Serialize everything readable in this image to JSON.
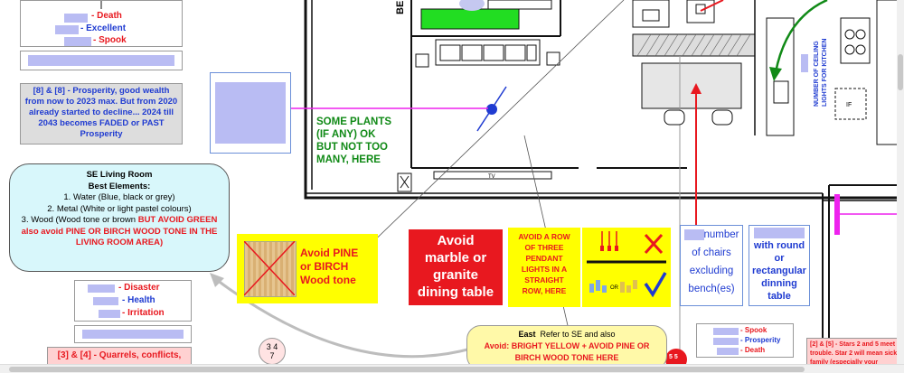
{
  "top_stars": {
    "death": "- Death",
    "excellent": "- Excellent",
    "spook": "- Spook"
  },
  "prosperity_box": "[8] & [8] - Prosperity, good wealth from now to 2023 max. But from 2020 already started to decline... 2024 till 2043 becomes FADED or PAST Prosperity",
  "plants_note": [
    "SOME PLANTS",
    "(IF ANY) OK",
    "BUT NOT TOO",
    "MANY, HERE"
  ],
  "living_room": {
    "title": "SE Living Room",
    "subtitle": "Best Elements:",
    "line1": "1. Water (Blue, black or grey)",
    "line2": "2.  Metal (White or light pastel colours)",
    "line3_black": "3. Wood (Wood tone or brown ",
    "line3_red": "BUT AVOID GREEN also avoid PINE OR BIRCH WOOD TONE IN THE LIVING ROOM AREA)"
  },
  "mid_stars": {
    "disaster": "- Disaster",
    "health": "- Health",
    "irritation": "- Irritation"
  },
  "quarrels": "[3] & [4] - Quarrels, conflicts,",
  "pine_note": [
    "Avoid PINE",
    "or BIRCH",
    "Wood tone"
  ],
  "marble_note": [
    "Avoid",
    "marble or",
    "granite",
    "dining table"
  ],
  "pendant_note": [
    "AVOID A ROW",
    "OF THREE",
    "PENDANT",
    "LIGHTS IN A",
    "STRAIGHT",
    "ROW, HERE"
  ],
  "chairs_note": [
    "number",
    "of chairs",
    "excluding",
    "bench(es)"
  ],
  "round_table_note": [
    "with round",
    "or",
    "rectangular",
    "dinning",
    "table"
  ],
  "east_note": {
    "title": "East",
    "refer": "Refer to SE and also",
    "avoid": "Avoid: BRIGHT YELLOW + AVOID PINE OR",
    "avoid2": "BIRCH WOOD TONE  HERE"
  },
  "right_stars": {
    "spook": "- Spook",
    "prosperity": "- Prosperity",
    "death": "- Death"
  },
  "right_note": [
    "[2] & [5] - Stars 2 and 5 meet",
    "trouble. Star 2 will mean sick",
    "family (especially your mother)"
  ],
  "ceiling_lights": [
    "NUMBER OF CEILING",
    "LIGHTS FOR KITCHEN"
  ],
  "tv_label": "TV",
  "be_label": "BE",
  "flying_star": [
    "3",
    "4",
    "7"
  ],
  "small_label": "OR",
  "badge": "5 5"
}
